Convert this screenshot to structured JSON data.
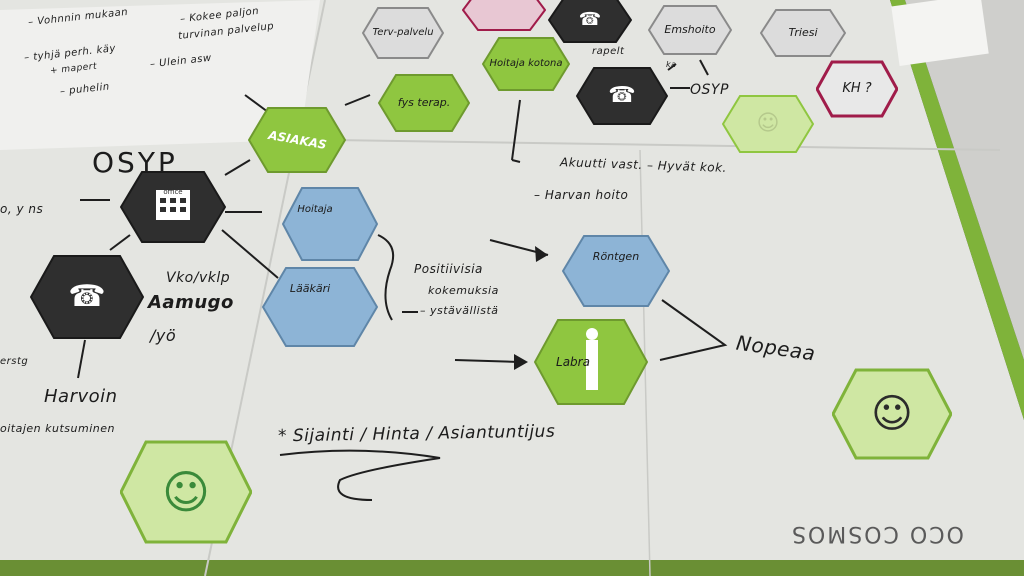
{
  "board": {
    "colors": {
      "board": "#e6e7e3",
      "green_hex": "#8fc640",
      "blue_hex": "#8db4d6",
      "dark_hex": "#2f2f2f",
      "gray_hex": "#dcdcdc",
      "pale_green": "#cfe7a3",
      "pink_border": "#a01c4a"
    },
    "brand_text": "OCO COSMOS"
  },
  "notes": {
    "top_left_1": "– Vohnnin mukaan",
    "top_left_2": "– tyhjä perh. käy",
    "top_left_3": "+ mapert",
    "top_left_4": "– puhelin",
    "top_left_5": "– Kokee paljon",
    "top_left_6": "turvinan palvelup",
    "top_left_7": "– Ulein asw",
    "osyp_label": "OSYP",
    "vko_label": "Vko/vklp",
    "aamu_label": "Aamugo",
    "yo_label": "/yö",
    "harvoin": "Harvoin",
    "kutsuminen": "oitajen kutsuminen",
    "erstg": "erstg",
    "yns": "o, y ns",
    "akuutti": "Akuutti vast. – Hyvät kok.",
    "hoito": "– Harvan hoito",
    "positiivisia_1": "Positiivisia",
    "positiivisia_2": "kokemuksia",
    "positiivisia_3": "– ystävällistä",
    "nopeaa": "Nopeaa",
    "sijainti": "* Sijainti / Hinta / Asiantuntijus",
    "osyp_small": "OSYP",
    "ka": "ka"
  },
  "hexes": {
    "asiakas": "ASIAKAS",
    "fys": "fys terap.",
    "terv": "Terv-palvelu",
    "toimisto": "office",
    "hoitaja_top": "Hoitaja kotona",
    "emhoito": "Emshoito",
    "triesi": "Triesi",
    "kh": "KH ?",
    "hoitaja": "Hoitaja",
    "laakari": "Lääkäri",
    "rontgen": "Röntgen",
    "labra": "Labra",
    "puh_top_label": "rapelt"
  },
  "icons": [
    "office-building-icon",
    "phone-icon",
    "customer-icon",
    "doctor-icon",
    "patient-bed-icon",
    "person-icon",
    "smiley-icon"
  ]
}
